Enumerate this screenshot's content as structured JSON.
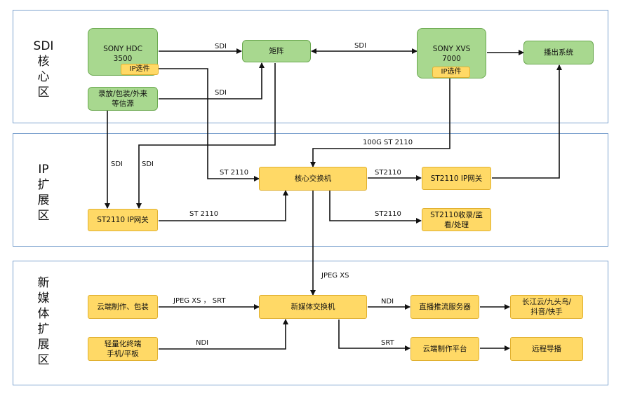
{
  "zones": {
    "sdi_core": "SDI\n核\n心\n区",
    "ip_ext": "IP\n扩\n展\n区",
    "new_media": "新\n媒\n体\n扩\n展\n区"
  },
  "nodes": {
    "sony_hdc": "SONY HDC\n3500",
    "sony_hdc_ip_option": "IP选件",
    "recorder_sources": "录放/包装/外来\n等信源",
    "matrix": "矩阵",
    "sony_xvs": "SONY XVS\n7000",
    "sony_xvs_ip_option": "IP选件",
    "playout": "播出系统",
    "core_switch": "核心交换机",
    "ip_gateway_left": "ST2110 IP网关",
    "ip_gateway_right": "ST2110 IP网关",
    "st2110_recv": "ST2110收录/监\n看/处理",
    "cloud_production": "云端制作、包装",
    "lightweight_terminal": "轻量化终端\n手机/平板",
    "media_switch": "新媒体交换机",
    "live_server": "直播推流服务器",
    "cloud_platform": "云端制作平台",
    "changjiang_cloud": "长江云/九头鸟/\n抖音/快手",
    "remote_director": "远程导播"
  },
  "edge_labels": {
    "hdc_to_matrix": "SDI",
    "matrix_xvs": "SDI",
    "src_to_matrix": "SDI",
    "xvs_to_core": "100G  ST 2110",
    "src_to_gateway": "SDI",
    "matrix_to_gateway": "SDI",
    "hdc_to_core": "ST 2110",
    "core_to_gw_right": "ST2110",
    "gw_left_to_core": "ST 2110",
    "core_to_recv": "ST2110",
    "core_to_media": "JPEG XS",
    "cloud_to_media": "JPEG XS  ，  SRT",
    "media_to_live": "NDI",
    "terminal_to_media": "NDI",
    "media_to_platform": "SRT"
  }
}
